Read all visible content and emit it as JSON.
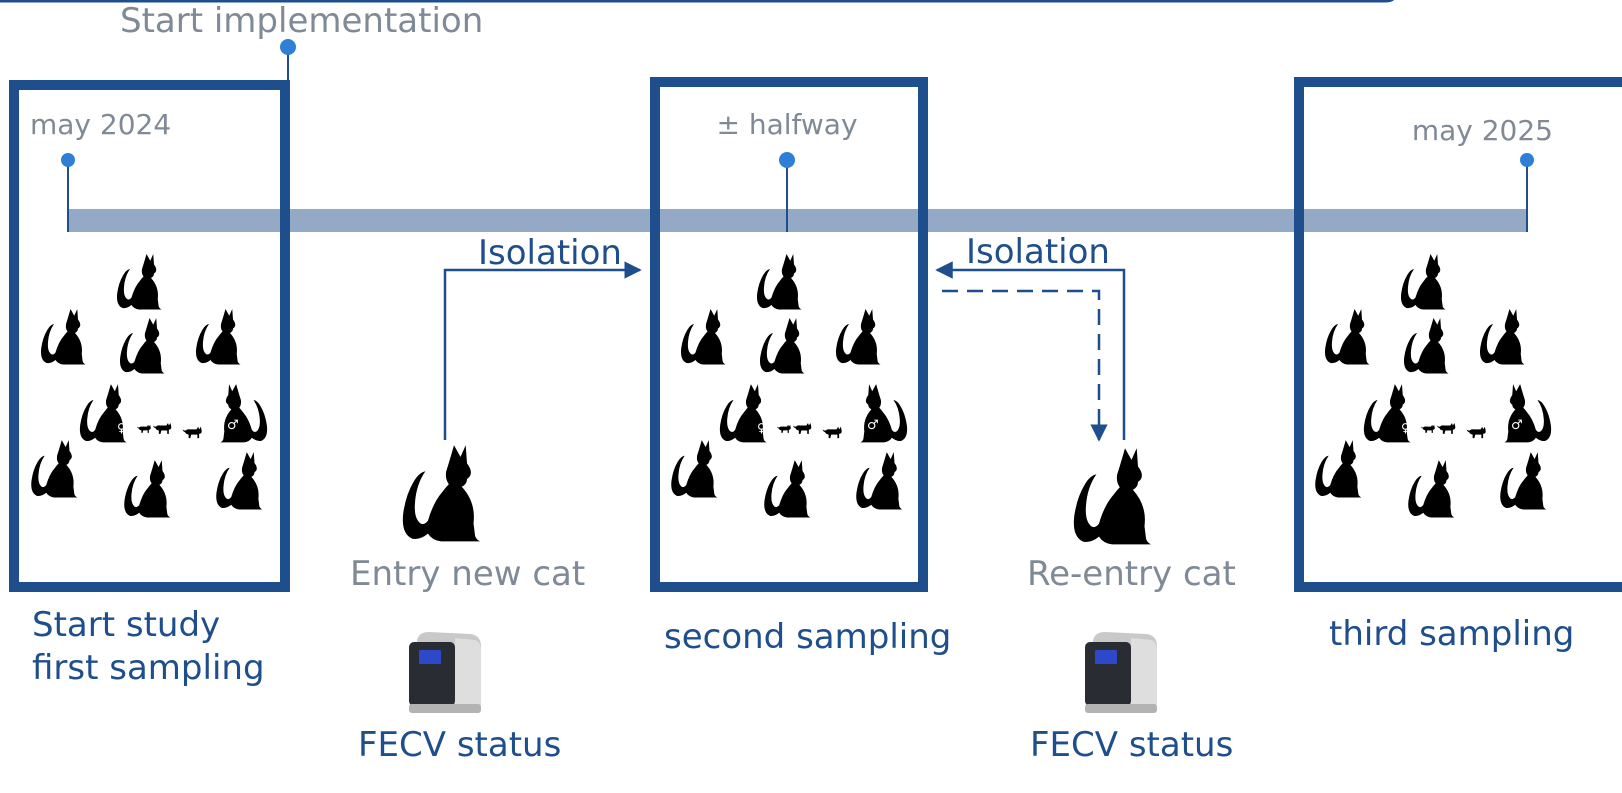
{
  "top_label": "Start implementation",
  "dates": {
    "start": "may 2024",
    "mid": "± halfway",
    "end": "may 2025"
  },
  "isolation_label": "Isolation",
  "entry_new_cat": "Entry new cat",
  "reentry_cat": "Re-entry cat",
  "fecv_status": "FECV status",
  "samplings": {
    "first_line1": "Start study",
    "first_line2": "first sampling",
    "second": "second sampling",
    "third": "third sampling"
  },
  "colors": {
    "frame": "#1f4e8c",
    "timeline_bar": "#93a9c6",
    "dot": "#2f7fd6",
    "arrow": "#1f4e8c",
    "gray_text": "#7f8a96"
  },
  "icons": [
    "cat-silhouette-icon",
    "female-symbol-icon",
    "male-symbol-icon",
    "kitten-icon",
    "fecv-analyzer-device-icon"
  ]
}
